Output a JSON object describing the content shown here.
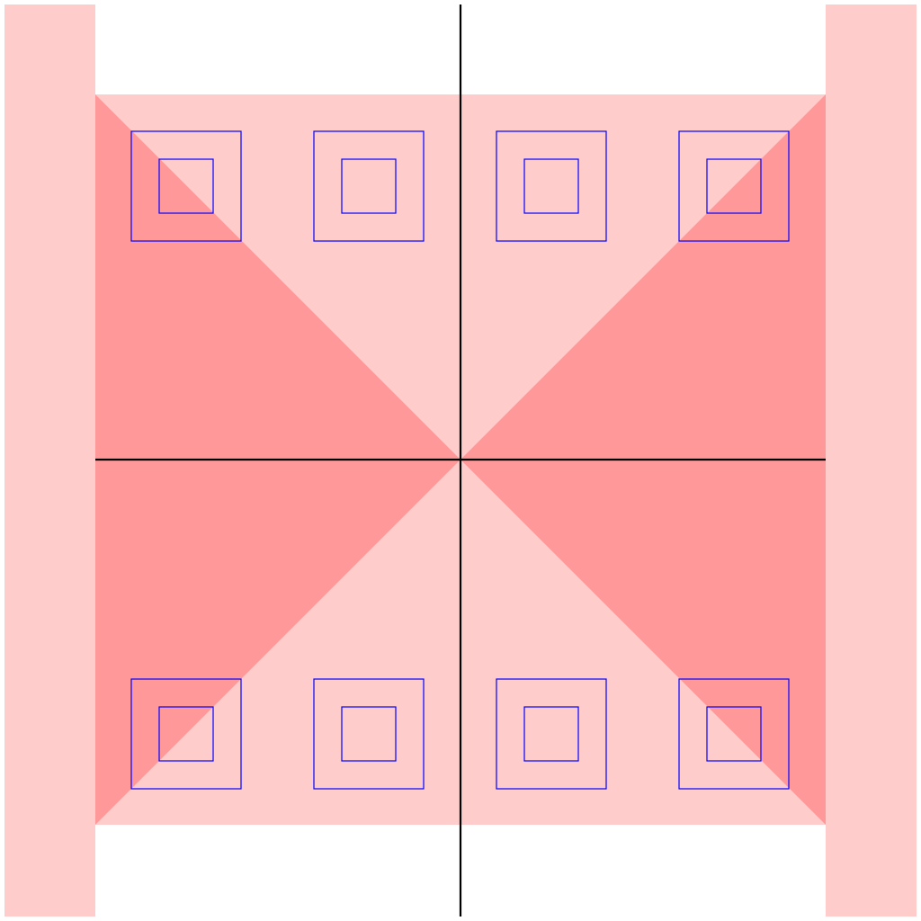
{
  "colors": {
    "background": "#ffffff",
    "light_fill": "#ffcccc",
    "dark_fill": "#ff9999",
    "square_outline": "#0000ff",
    "axis": "#000000"
  },
  "regions": {
    "side_bands": 2,
    "central_panel_triangles": 4,
    "outlined_square_pairs": 8
  }
}
